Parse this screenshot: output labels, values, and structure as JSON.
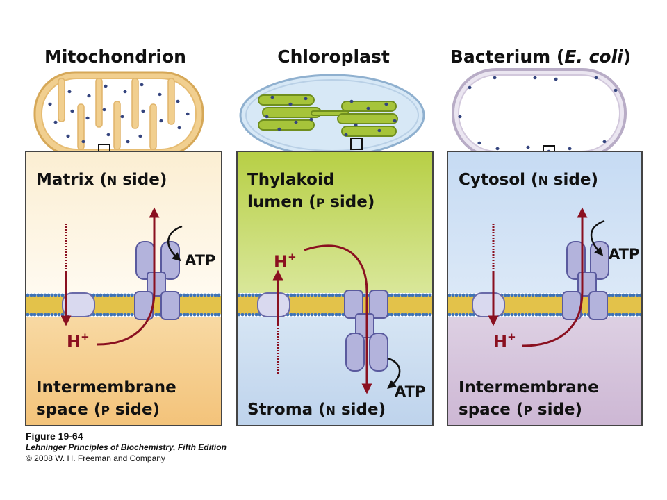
{
  "diagram": {
    "panels": [
      {
        "organism": "Mitochondrion",
        "top_label_line1": "Matrix (",
        "top_label_sc": "N",
        "top_label_end": " side)",
        "bottom_label_line1": "Intermembrane",
        "bottom_label_line2": "space (",
        "bottom_label_sc": "P",
        "bottom_label_end": " side)",
        "proton": "H",
        "proton_charge": "+",
        "atp": "ATP",
        "colors": {
          "top": "#fbf0d6",
          "bottom": "#f6cf8e",
          "organelle": "#f2d49a"
        }
      },
      {
        "organism": "Chloroplast",
        "top_label_line1": "Thylakoid",
        "top_label_line2": "lumen (",
        "top_label_sc": "P",
        "top_label_end": " side)",
        "bottom_label_line1": "Stroma (",
        "bottom_label_sc": "N",
        "bottom_label_end": " side)",
        "proton": "H",
        "proton_charge": "+",
        "atp": "ATP",
        "colors": {
          "top": "#c4d85a",
          "bottom": "#cddff0",
          "organelle": "#d7e8f6"
        }
      },
      {
        "organism_main": "Bacterium (",
        "organism_italic": "E. coli",
        "organism_end": ")",
        "top_label_line1": "Cytosol (",
        "top_label_sc": "N",
        "top_label_end": " side)",
        "bottom_label_line1": "Intermembrane",
        "bottom_label_line2": "space (",
        "bottom_label_sc": "P",
        "bottom_label_end": " side)",
        "proton": "H",
        "proton_charge": "+",
        "atp": "ATP",
        "colors": {
          "top": "#cfe0f4",
          "bottom": "#d8c8de",
          "organelle": "#eeeaf4"
        }
      }
    ],
    "colors": {
      "arrow": "#8a1020",
      "membrane_head": "#3f73b5",
      "membrane_tail": "#e3c24a",
      "protein": "#b3b3dc",
      "protein_dark": "#5a5a9e",
      "panel_border": "#444444"
    }
  },
  "caption": {
    "figure": "Figure 19-64",
    "book": "Lehninger Principles of Biochemistry, Fifth Edition",
    "copyright": "© 2008 W. H. Freeman and Company"
  }
}
